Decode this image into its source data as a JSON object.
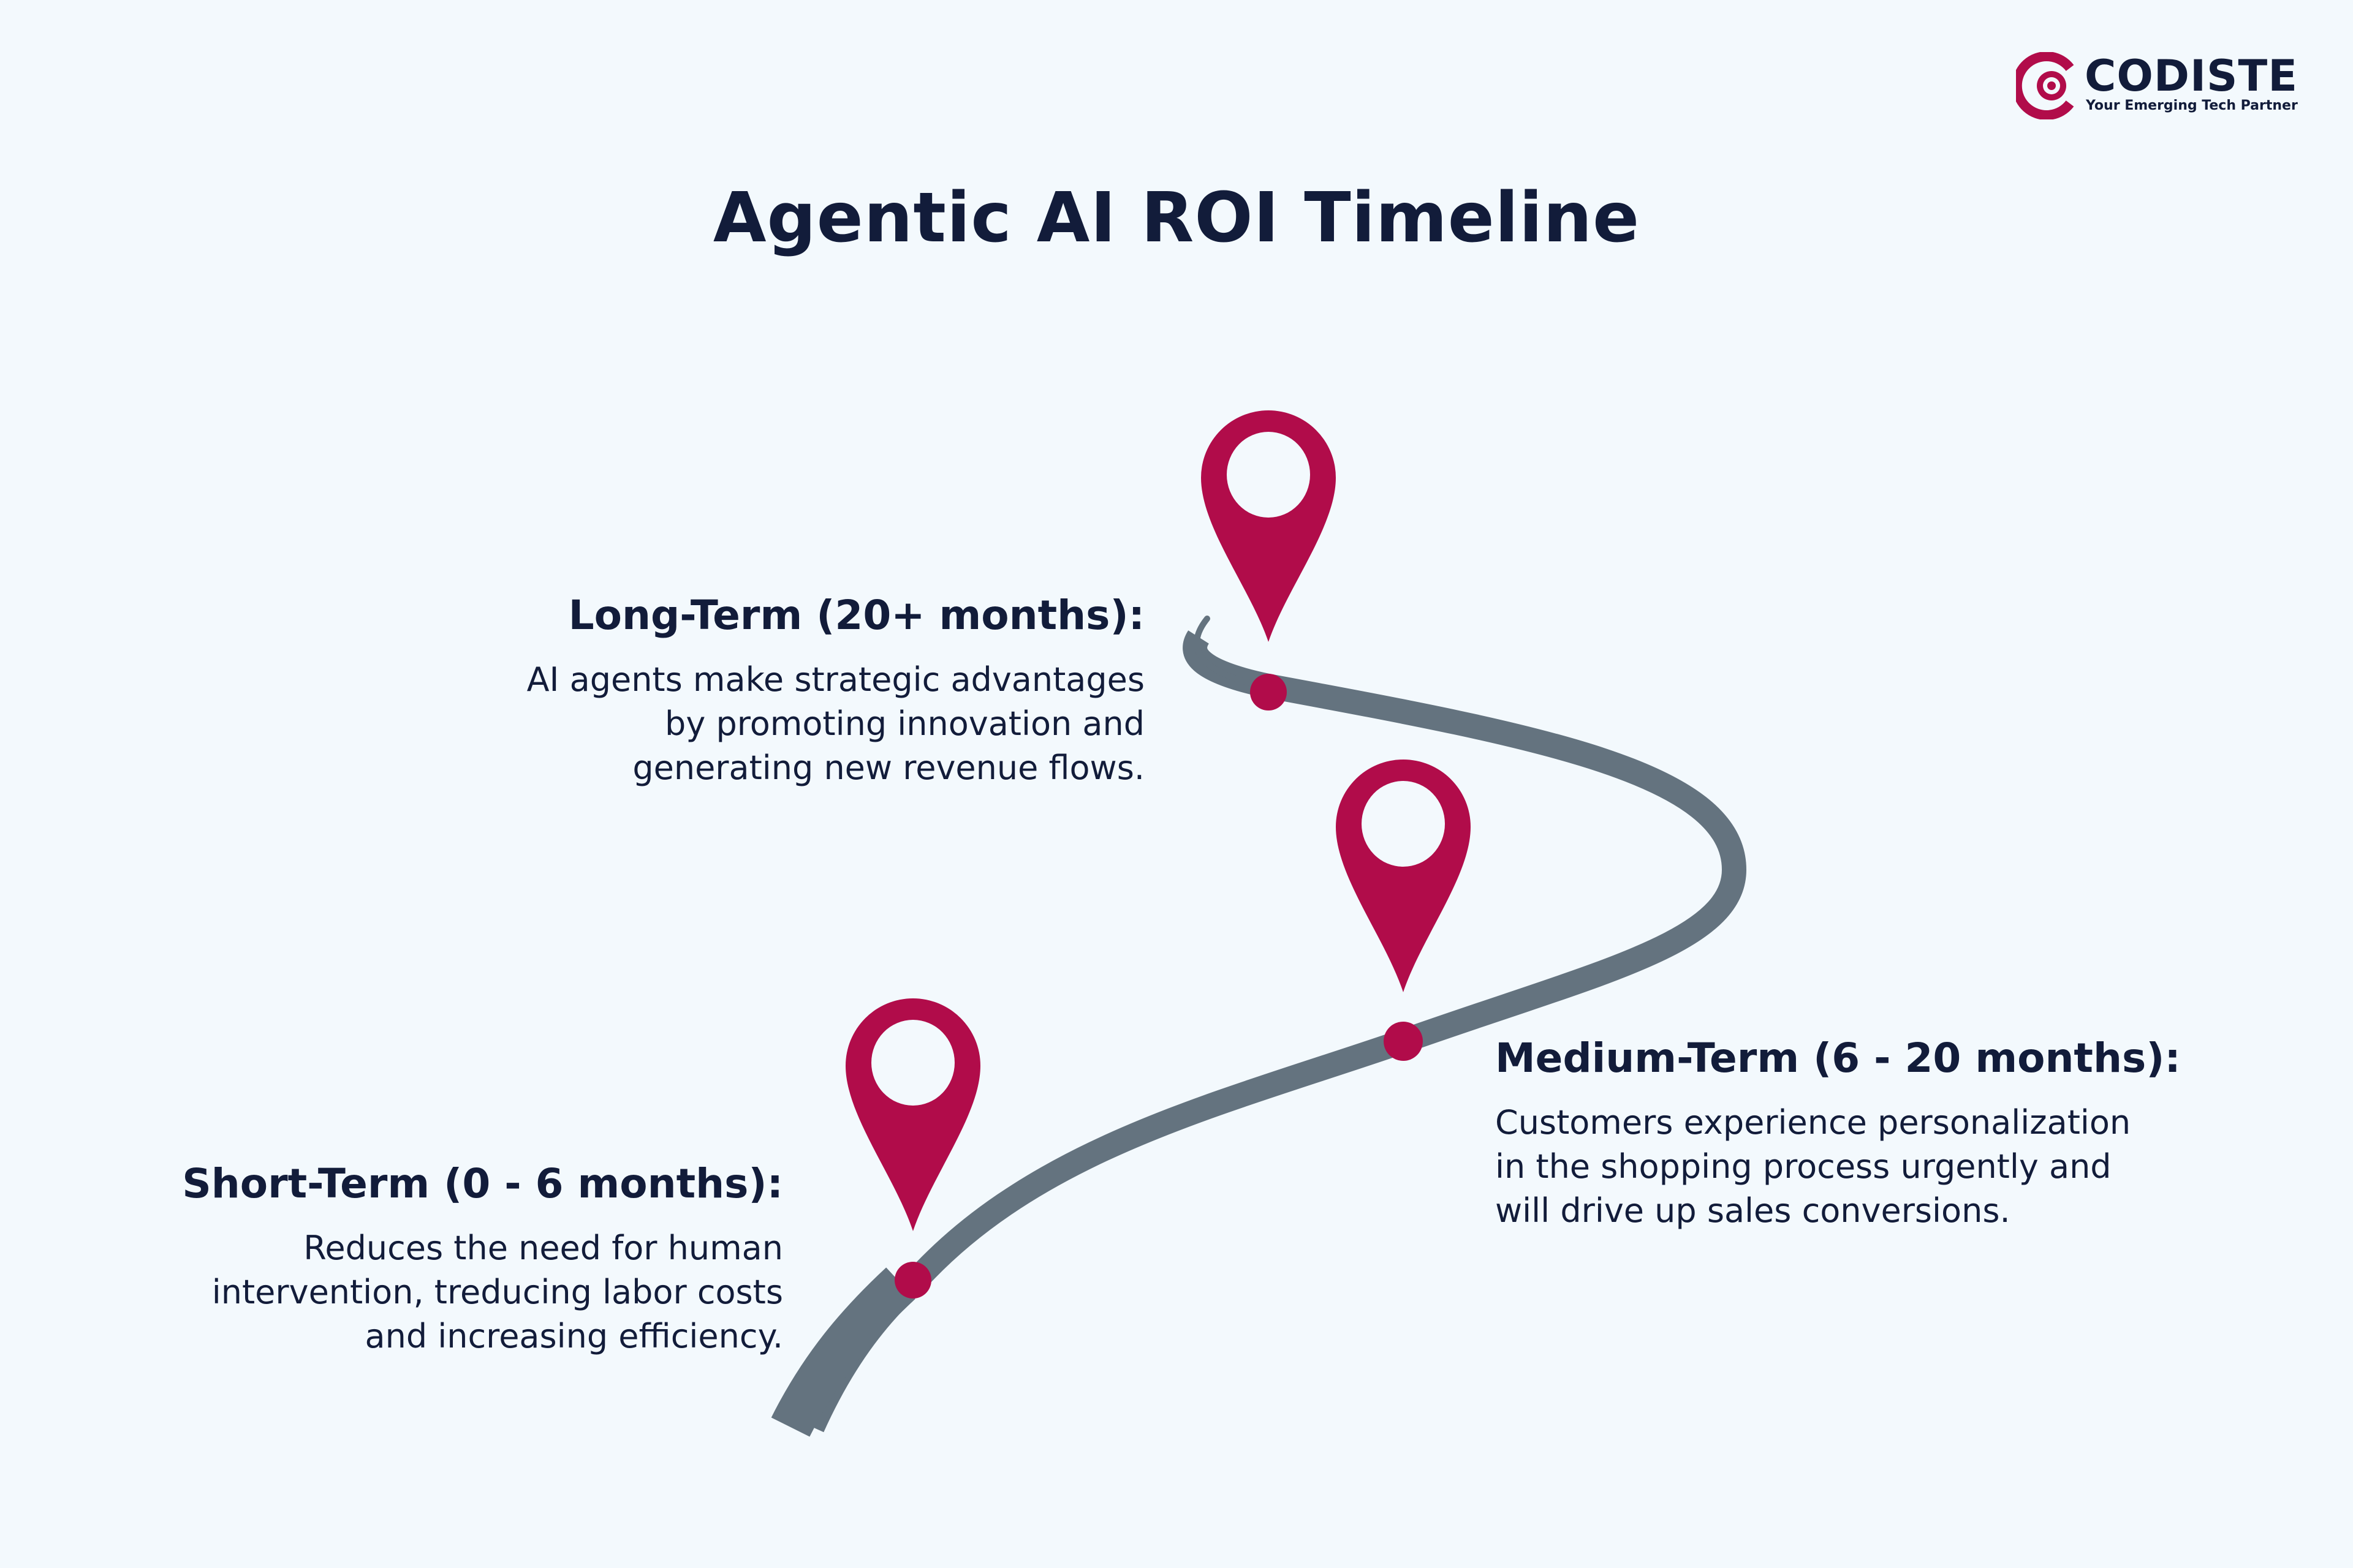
{
  "brand": {
    "name": "CODISTE",
    "tagline": "Your Emerging Tech Partner",
    "logo_icon": "codiste-logo-icon",
    "color": "#b10c4a"
  },
  "title": "Agentic AI ROI Timeline",
  "colors": {
    "background": "#f3f9fd",
    "road": "#64737f",
    "pin": "#b10c4a",
    "text": "#121c3a"
  },
  "milestones": [
    {
      "id": "long-term",
      "heading": "Long-Term (20+ months):",
      "lines": [
        "AI agents make strategic advantages",
        "by promoting innovation and",
        "generating new revenue flows."
      ],
      "icon": "map-pin-icon"
    },
    {
      "id": "medium-term",
      "heading": "Medium-Term (6 - 20 months):",
      "lines": [
        "Customers experience personalization",
        "in the shopping process urgently and",
        "will drive up sales conversions."
      ],
      "icon": "map-pin-icon"
    },
    {
      "id": "short-term",
      "heading": "Short-Term (0 - 6 months):",
      "lines": [
        "Reduces the need for human",
        "intervention, treducing labor costs",
        "and increasing efficiency."
      ],
      "icon": "map-pin-icon"
    }
  ]
}
